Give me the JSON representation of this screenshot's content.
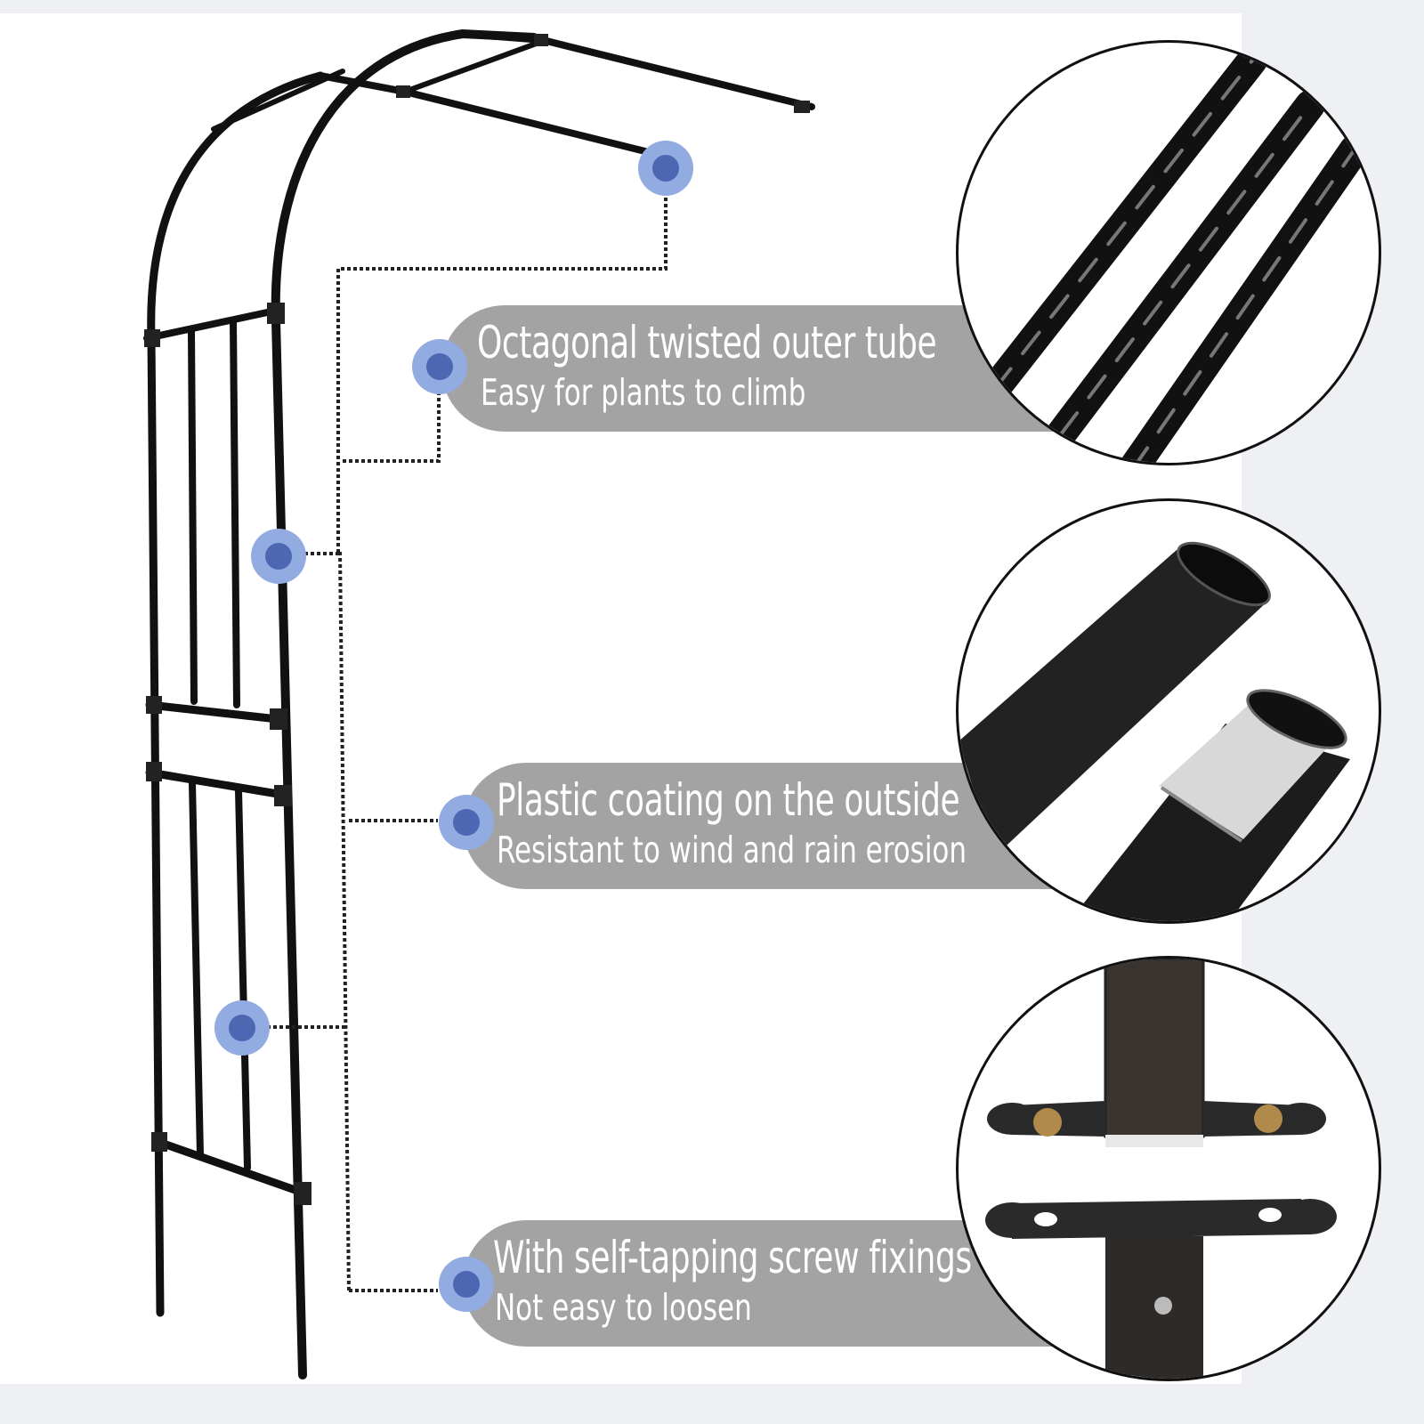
{
  "features": [
    {
      "title": "Octagonal twisted outer tube",
      "subtitle": "Easy for plants to climb",
      "detail_icon": "twisted-tubes-icon"
    },
    {
      "title": "Plastic coating on the outside",
      "subtitle": "Resistant to wind and rain erosion",
      "detail_icon": "coated-tube-cutaway-icon"
    },
    {
      "title": "With self-tapping screw fixings",
      "subtitle": "Not easy to loosen",
      "detail_icon": "base-plate-screw-icon"
    }
  ],
  "colors": {
    "callout_pill": "#a3a3a3",
    "marker_outer": "#92abe0",
    "marker_inner": "#4d67b3",
    "frame": "#111111"
  }
}
